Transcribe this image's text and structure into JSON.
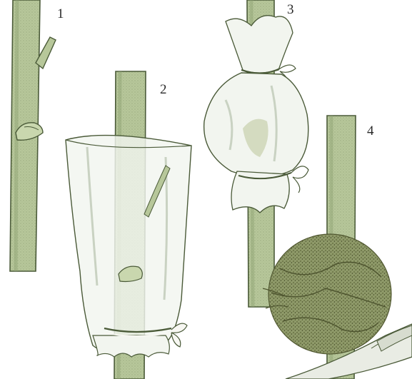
{
  "labels": [
    "1",
    "2",
    "3",
    "4"
  ],
  "colors": {
    "stem_fill": "#b7c79a",
    "stem_shade": "#8ea274",
    "outline": "#4a5a38",
    "bag": "#f2f5ef",
    "bag_shade": "#c9d2c2",
    "moss": "#8f9a6a",
    "moss_dark": "#4f5630",
    "tie": "#f7f7f2",
    "knife": "#e9ece4"
  }
}
